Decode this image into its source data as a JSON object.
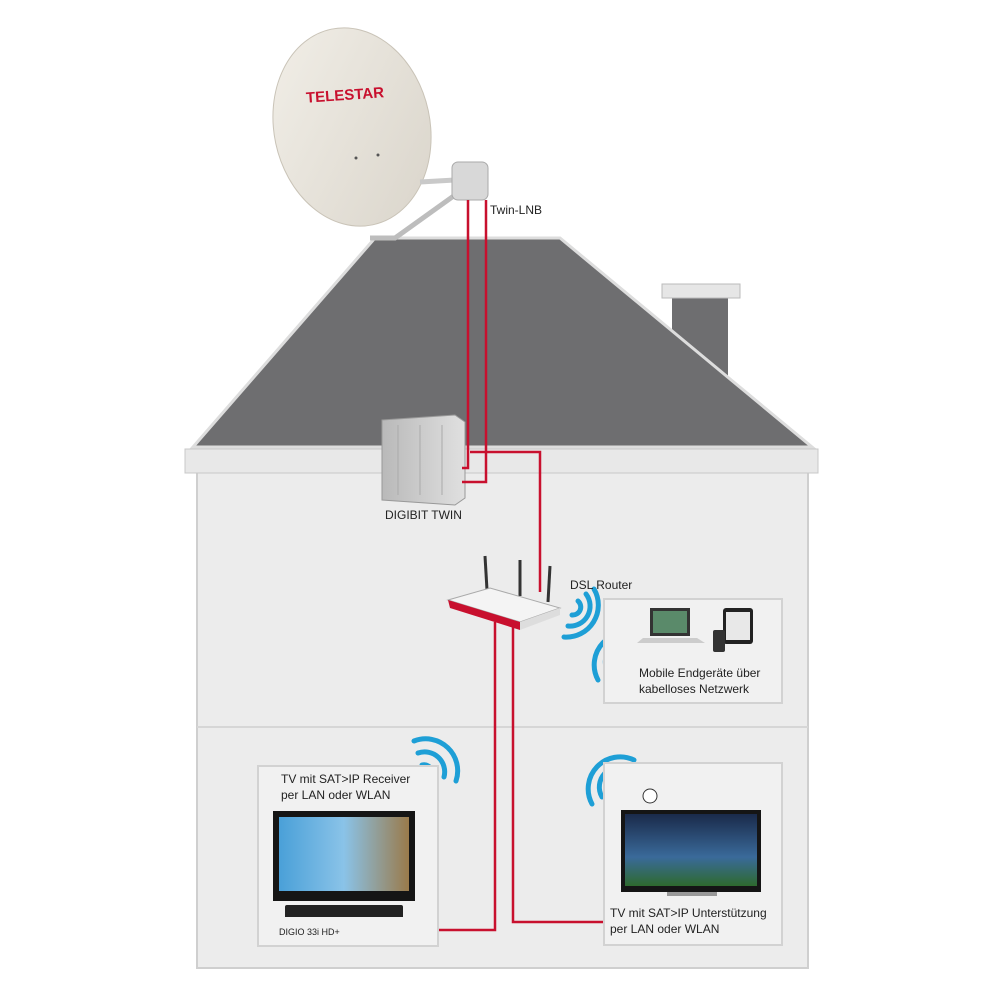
{
  "dish": {
    "brand": "TELESTAR"
  },
  "labels": {
    "lnb": "Twin-LNB",
    "digibit": "DIGIBIT TWIN",
    "router": "DSL Router",
    "mobile_line1": "Mobile Endgeräte über",
    "mobile_line2": "kabelloses Netzwerk",
    "tv_left_line1": "TV mit SAT>IP Receiver",
    "tv_left_line2": "per LAN oder WLAN",
    "receiver_model": "DIGIO 33i HD+",
    "tv_right_line1": "TV mit SAT>IP Unterstützung",
    "tv_right_line2": "per LAN oder WLAN"
  },
  "colors": {
    "cable": "#c8102e",
    "wifi": "#1e9fd6",
    "roof": "#6e6e70",
    "wall": "#ececec"
  }
}
